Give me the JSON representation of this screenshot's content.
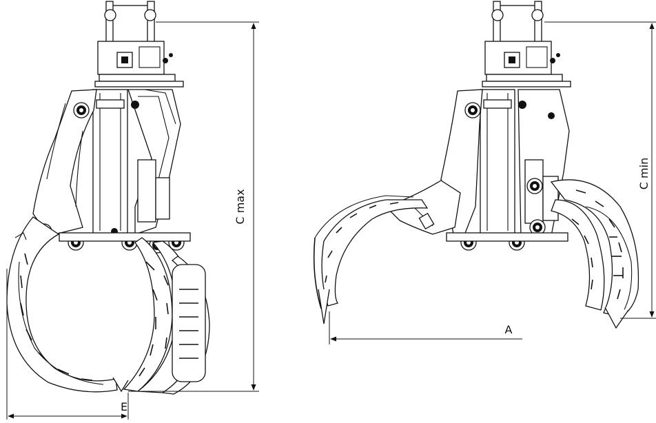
{
  "labels": {
    "c_max": "C max",
    "c_min": "C min",
    "a": "A",
    "e": "E"
  },
  "views": {
    "closed": "closed-grapple-view",
    "open": "open-grapple-view"
  }
}
